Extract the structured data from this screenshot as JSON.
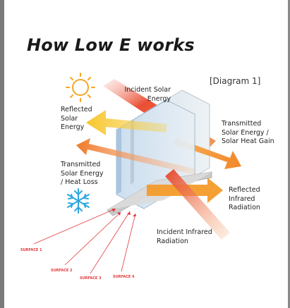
{
  "title": "How Low E works",
  "diagram_tag": "[Diagram 1]",
  "labels": {
    "incident_solar": "Incident Solar Energy",
    "reflected_solar": "Reflected Solar Energy",
    "transmitted_solar": "Transmitted Solar Energy / Solar Heat Gain",
    "transmitted_heat_loss": "Transmitted Solar Energy / Heat Loss",
    "reflected_infrared": "Reflected Infrared Radiation",
    "incident_infrared": "Incident Infrared Radiation"
  },
  "surfaces": [
    "SURFACE 1",
    "SURFACE 2",
    "SURFACE 3",
    "SURFACE 4"
  ],
  "icons": [
    "sun-icon",
    "snowflake-icon"
  ],
  "colors": {
    "sun": "#f5a623",
    "snowflake": "#2aa7e0",
    "surface_lines": "#e23a3a",
    "warm_arrow": "#f28c28",
    "hot_band": "#e8452a"
  }
}
